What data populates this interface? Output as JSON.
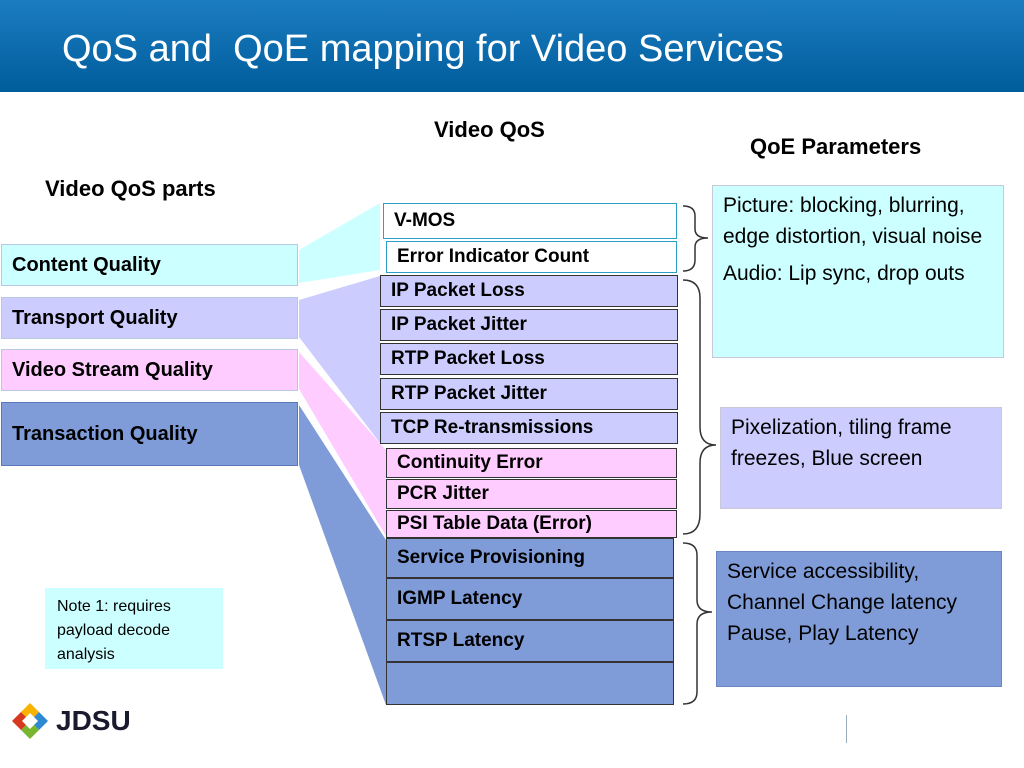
{
  "title": "QoS and  QoE mapping for Video Services",
  "headings": {
    "video_qos": "Video QoS",
    "qoe_parameters": "QoE Parameters",
    "video_qos_parts": "Video QoS parts"
  },
  "parts": [
    {
      "label": "Content Quality",
      "color": "#ccffff"
    },
    {
      "label": "Transport Quality",
      "color": "#ccccff"
    },
    {
      "label": "Video Stream Quality",
      "color": "#ffccff"
    },
    {
      "label": "Transaction Quality",
      "color": "#7f9cd9"
    }
  ],
  "metrics": [
    "V-MOS",
    "Error Indicator Count",
    "IP Packet Loss",
    "IP Packet Jitter",
    "RTP Packet Loss",
    "RTP Packet Jitter",
    "TCP Re-transmissions",
    "Continuity Error",
    "PCR Jitter",
    "PSI Table Data (Error)",
    "Service Provisioning",
    "IGMP Latency",
    "RTSP Latency",
    ""
  ],
  "qoe": {
    "content_line1": "Picture: blocking, blurring, edge distortion, visual noise",
    "content_line2": "Audio: Lip sync, drop outs",
    "transport_stream": "Pixelization, tiling frame freezes, Blue screen",
    "transaction": "Service accessibility, Channel Change latency Pause, Play Latency"
  },
  "note": "Note 1: requires payload decode analysis",
  "logo": {
    "text": "JDSU",
    "icon": "jdsu-diamond-logo-icon"
  },
  "colors": {
    "header": "#0a6fb0",
    "content": "#ccffff",
    "transport": "#ccccff",
    "stream": "#ffccff",
    "transaction": "#7f9cd9"
  }
}
